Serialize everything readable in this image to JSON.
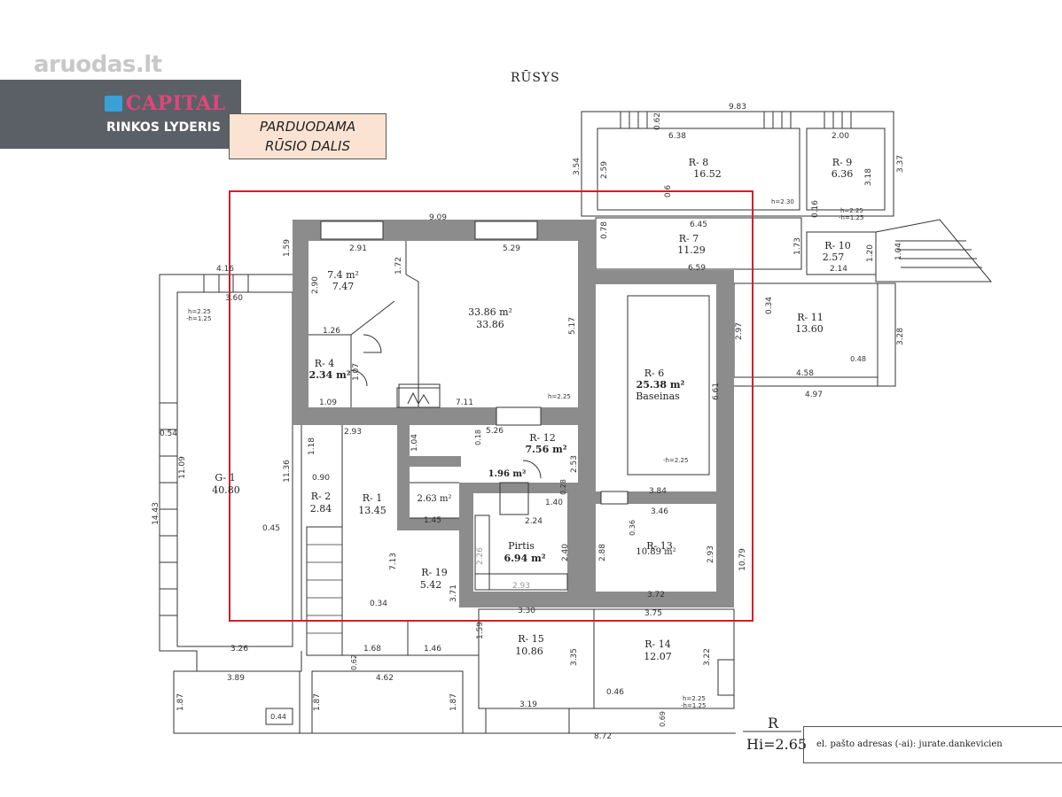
{
  "watermark": {
    "site": "aruodas.lt"
  },
  "brand": {
    "name": "CAPITAL",
    "tagline": "RINKOS LYDERIS"
  },
  "sale_note": {
    "line1": "PARDUODAMA",
    "line2": "RŪSIO DALIS"
  },
  "plan": {
    "title": "RŪSYS",
    "floor_mark": "R",
    "height_label": "Hi=2.65",
    "email_label": "el. pašto adresas (-ai): jurate.dankevicien",
    "highlight_color": "#d0202a",
    "wall_color": "#8c8c8c",
    "rooms": {
      "r8": {
        "name": "R- 8",
        "area": "16.52"
      },
      "r9": {
        "name": "R- 9",
        "area": "6.36"
      },
      "r7": {
        "name": "R- 7",
        "area": "11.29"
      },
      "r10": {
        "name": "R- 10",
        "area": "2.57"
      },
      "r11": {
        "name": "R- 11",
        "area": "13.60"
      },
      "r3": {
        "name": "7.47",
        "area_m2": "7.4 m²"
      },
      "r5": {
        "name": "33.86",
        "area_m2": "33.86 m²"
      },
      "r4": {
        "name": "R- 4",
        "area_m2": "2.34 m²"
      },
      "r6": {
        "name": "R- 6",
        "area_m2": "25.38 m²",
        "note": "Baseinas"
      },
      "g1": {
        "name": "G- 1",
        "area": "40.80"
      },
      "r2": {
        "name": "R- 2",
        "area": "2.84"
      },
      "r1": {
        "name": "R- 1",
        "area": "13.45"
      },
      "r12": {
        "name": "R- 12",
        "area_m2": "7.56 m²"
      },
      "r17": {
        "area_m2": "2.63 m²"
      },
      "r18": {
        "area_m2": "1.96 m²"
      },
      "r16": {
        "name": "Pirtis",
        "area_m2": "6.94 m²"
      },
      "r13": {
        "name": "R- 13",
        "area_m2": "10.89 m²"
      },
      "r19": {
        "name": "R- 19",
        "area": "5.42"
      },
      "r15": {
        "name": "R- 15",
        "area": "10.86"
      },
      "r14": {
        "name": "R- 14",
        "area": "12.07"
      }
    },
    "dims": {
      "d983": "9.83",
      "d062a": "0.62",
      "d638": "6.38",
      "d200": "2.00",
      "d354": "3.54",
      "d259": "2.59",
      "d318": "3.18",
      "d337": "3.37",
      "d06": "0.6",
      "d909": "9.09",
      "d645": "6.45",
      "d078": "0.78",
      "d016": "0.16",
      "d173": "1.73",
      "d120": "1.20",
      "d104a": "1.04",
      "d214": "2.14",
      "d659": "6.59",
      "d159": "1.59",
      "d291": "2.91",
      "d529": "5.29",
      "d416": "4.16",
      "d360": "3.60",
      "d172": "1.72",
      "d290": "2.90",
      "d517": "5.17",
      "d297": "2.97",
      "d034": "0.34",
      "d328": "3.28",
      "d126": "1.26",
      "d458": "4.58",
      "d048": "0.48",
      "d497": "4.97",
      "d107": "1.07",
      "d661": "6.61",
      "d109": "1.09",
      "d711": "7.11",
      "d293": "2.93",
      "d526": "5.26",
      "d054": "0.54",
      "d118": "1.18",
      "d104b": "1.04",
      "d018": "0.18",
      "d253": "2.53",
      "d1109": "11.09",
      "d1136": "11.36",
      "d090": "0.90",
      "d384": "3.84",
      "d346": "3.46",
      "d1443": "14.43",
      "d028": "0.28",
      "d140": "1.40",
      "d224": "2.24",
      "d045": "0.45",
      "d145": "1.45",
      "d036": "0.36",
      "d240": "2.40",
      "d288": "2.88",
      "d293b": "2.93",
      "d1079": "10.79",
      "d713": "7.13",
      "d371": "3.71",
      "d226": "2.26",
      "d293c": "2.93",
      "d034b": "0.34",
      "d372": "3.72",
      "d330": "3.30",
      "d375": "3.75",
      "d159b": "1.59",
      "d326": "3.26",
      "d168": "1.68",
      "d146": "1.46",
      "d062b": "0.62",
      "d389": "3.89",
      "d462": "4.62",
      "d335": "3.35",
      "d322": "3.22",
      "d046": "0.46",
      "d187a": "1.87",
      "d187b": "1.87",
      "d187c": "1.87",
      "d044": "0.44",
      "d319": "3.19",
      "d069": "0.69",
      "d872": "8.72"
    },
    "heights": {
      "h230": "h=2.30",
      "h225a": "h=2.25",
      "h125a": "-h=1.25",
      "h225b": "h=2.25",
      "h125b": "-h=1.25",
      "h225c": "h=2.25",
      "h225d": "-h=2.25",
      "h225e": "h=2.25",
      "h125c": "-h=1.25"
    }
  }
}
